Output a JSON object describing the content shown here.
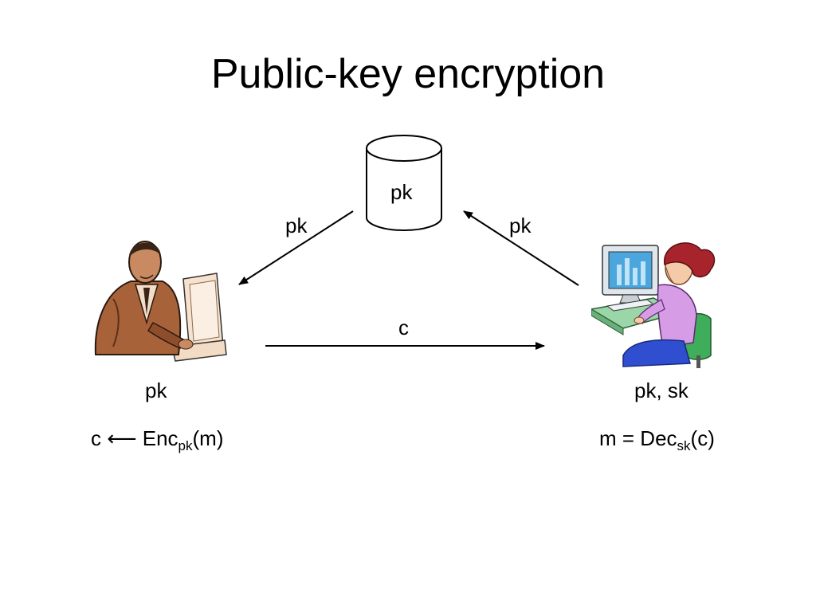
{
  "slide": {
    "title": "Public-key encryption"
  },
  "diagram": {
    "db_label": "pk",
    "arrow_db_to_sender_label": "pk",
    "arrow_receiver_to_db_label": "pk",
    "arrow_sender_to_receiver_label": "c",
    "sender": {
      "keys": "pk",
      "op_prefix": "c ⟵ Enc",
      "op_sub": "pk",
      "op_suffix": "(m)"
    },
    "receiver": {
      "keys": "pk, sk",
      "op_prefix": "m = Dec",
      "op_sub": "sk",
      "op_suffix": "(c)"
    }
  }
}
